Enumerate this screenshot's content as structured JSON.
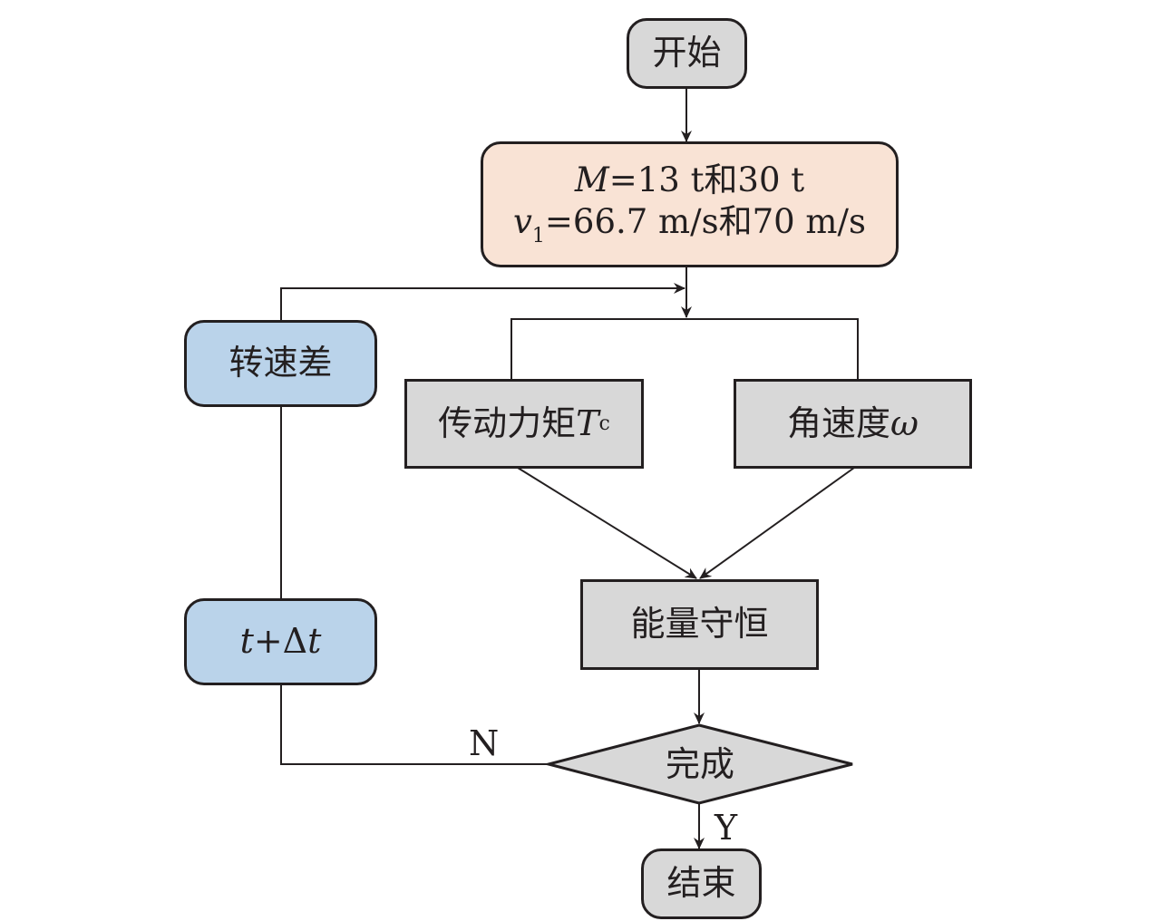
{
  "nodes": {
    "start": "开始",
    "params": {
      "line1_var": "M",
      "line1_rest": "=13 t和30 t",
      "line2_var": "v",
      "line2_sub": "1",
      "line2_rest": "=66.7 m/s和70 m/s"
    },
    "speed_diff": "转速差",
    "torque": {
      "label": "传动力矩",
      "var": "T",
      "sub": "c"
    },
    "angular_velocity": {
      "label": "角速度",
      "var": "ω"
    },
    "energy": "能量守恒",
    "time_step": {
      "t1": "t",
      "op": "+Δ",
      "t2": "t"
    },
    "done": "完成",
    "end": "结束"
  },
  "edges": {
    "no_label": "N",
    "yes_label": "Y"
  },
  "colors": {
    "grey": "#d8d8d8",
    "peach": "#f9e3d5",
    "blue": "#bad3ea",
    "stroke": "#231f20"
  }
}
